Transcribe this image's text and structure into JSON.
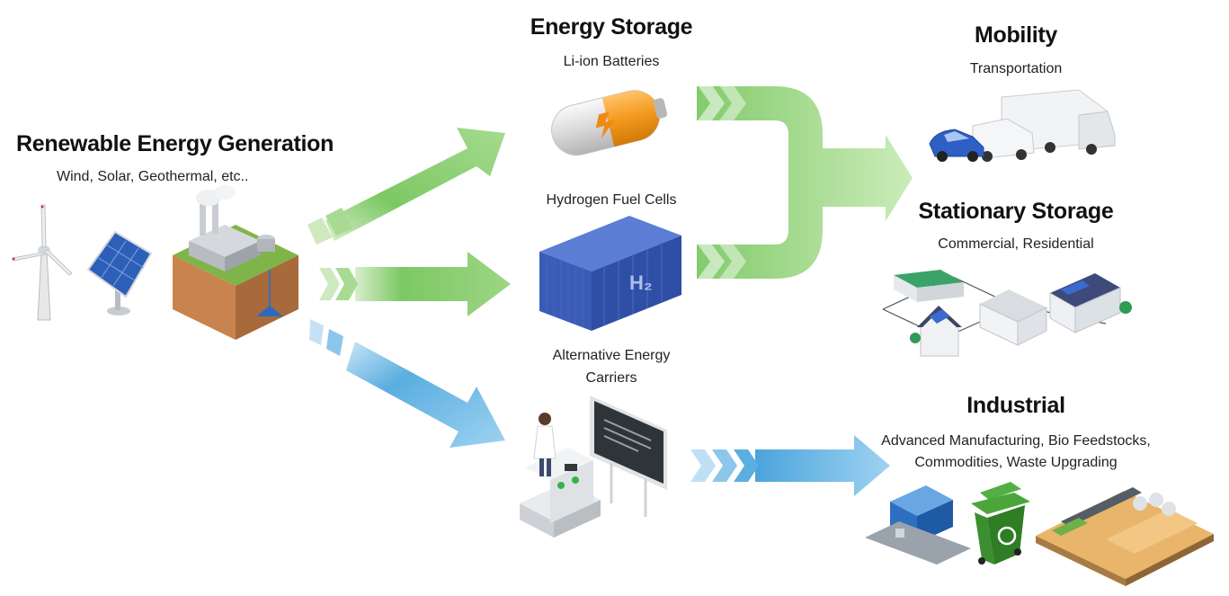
{
  "source": {
    "title": "Renewable Energy Generation",
    "subtitle": "Wind, Solar, Geothermal, etc..",
    "icons": [
      "wind-turbine-icon",
      "solar-panel-icon",
      "geothermal-plant-icon"
    ]
  },
  "middle": {
    "title": "Energy Storage",
    "battery_label": "Li-ion Batteries",
    "hydrogen_label": "Hydrogen Fuel Cells",
    "h2_text": "H₂",
    "alt_label_line1": "Alternative Energy",
    "alt_label_line2": "Carriers",
    "icons": [
      "battery-icon",
      "hydrogen-container-icon",
      "laboratory-scientist-icon"
    ]
  },
  "uses": {
    "mobility": {
      "title": "Mobility",
      "subtitle": "Transportation",
      "icon": "vehicles-icon"
    },
    "stationary": {
      "title": "Stationary Storage",
      "subtitle": "Commercial, Residential",
      "icon": "buildings-icon"
    },
    "industrial": {
      "title": "Industrial",
      "subtitle_line1": "Advanced Manufacturing, Bio Feedstocks,",
      "subtitle_line2": "Commodities, Waste Upgrading",
      "icons": [
        "factory-icon",
        "recycling-bin-icon",
        "industrial-farm-icon"
      ]
    }
  },
  "colors": {
    "green_arrow": "#7cc864",
    "green_light": "#c6e8b4",
    "blue_arrow": "#5aaee0",
    "blue_light": "#bfe0f4"
  }
}
